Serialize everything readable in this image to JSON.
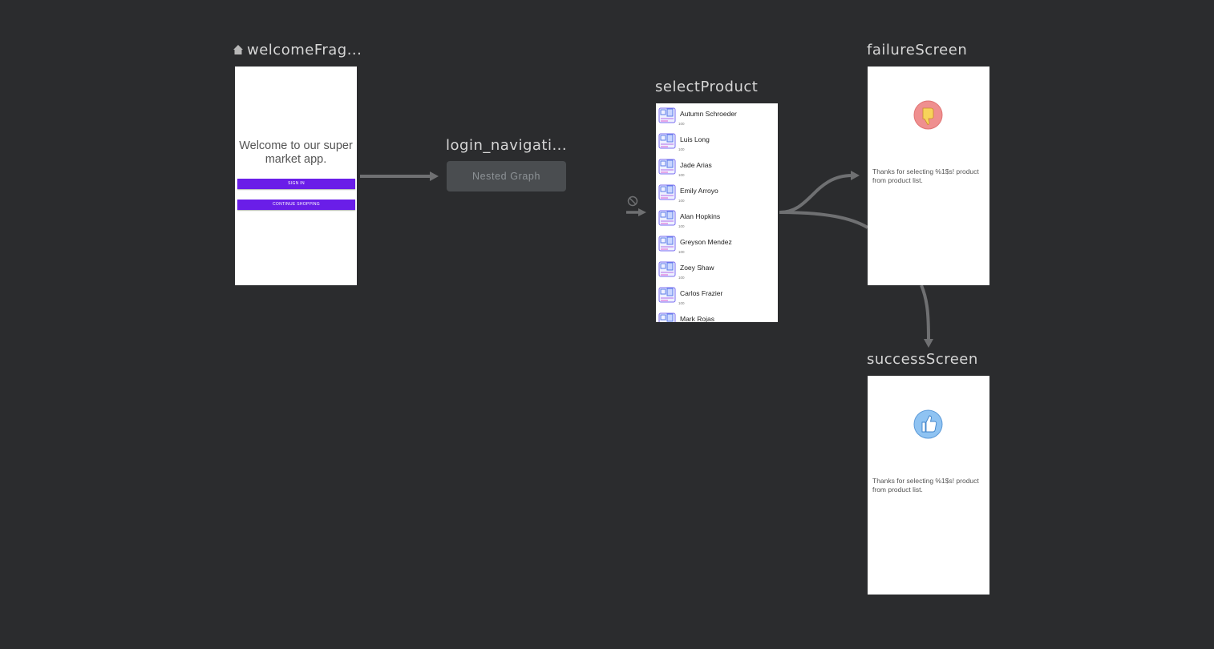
{
  "destinations": {
    "welcome": {
      "title": "welcomeFrag...",
      "message": "Welcome to our super market app.",
      "sign_in_label": "SIGN IN",
      "continue_label": "CONTINUE SHOPPING"
    },
    "login": {
      "title": "login_navigati...",
      "body": "Nested Graph"
    },
    "select_product": {
      "title": "selectProduct",
      "items": [
        {
          "name": "Autumn Schroeder",
          "value": "100"
        },
        {
          "name": "Luis Long",
          "value": "100"
        },
        {
          "name": "Jade Arias",
          "value": "100"
        },
        {
          "name": "Emily Arroyo",
          "value": "100"
        },
        {
          "name": "Alan Hopkins",
          "value": "100"
        },
        {
          "name": "Greyson Mendez",
          "value": "100"
        },
        {
          "name": "Zoey Shaw",
          "value": "100"
        },
        {
          "name": "Carlos Frazier",
          "value": "100"
        },
        {
          "name": "Mark Rojas",
          "value": ""
        }
      ]
    },
    "failure": {
      "title": "failureScreen",
      "message": "Thanks for selecting %1$s! product from product list."
    },
    "success": {
      "title": "successScreen",
      "message": "Thanks for selecting %1$s! product from product list."
    }
  },
  "colors": {
    "canvas": "#2b2c2e",
    "accent_purple": "#6a1ee8",
    "failure_icon": "#ef8f8f",
    "success_icon": "#8fc3f2",
    "arrow": "#6f7072"
  },
  "icons": {
    "start_destination": "home-icon",
    "deep_link": "deep-link-icon",
    "product_thumbnail": "product-box-icon",
    "thumbs_down": "thumbs-down-icon",
    "thumbs_up": "thumbs-up-icon"
  }
}
